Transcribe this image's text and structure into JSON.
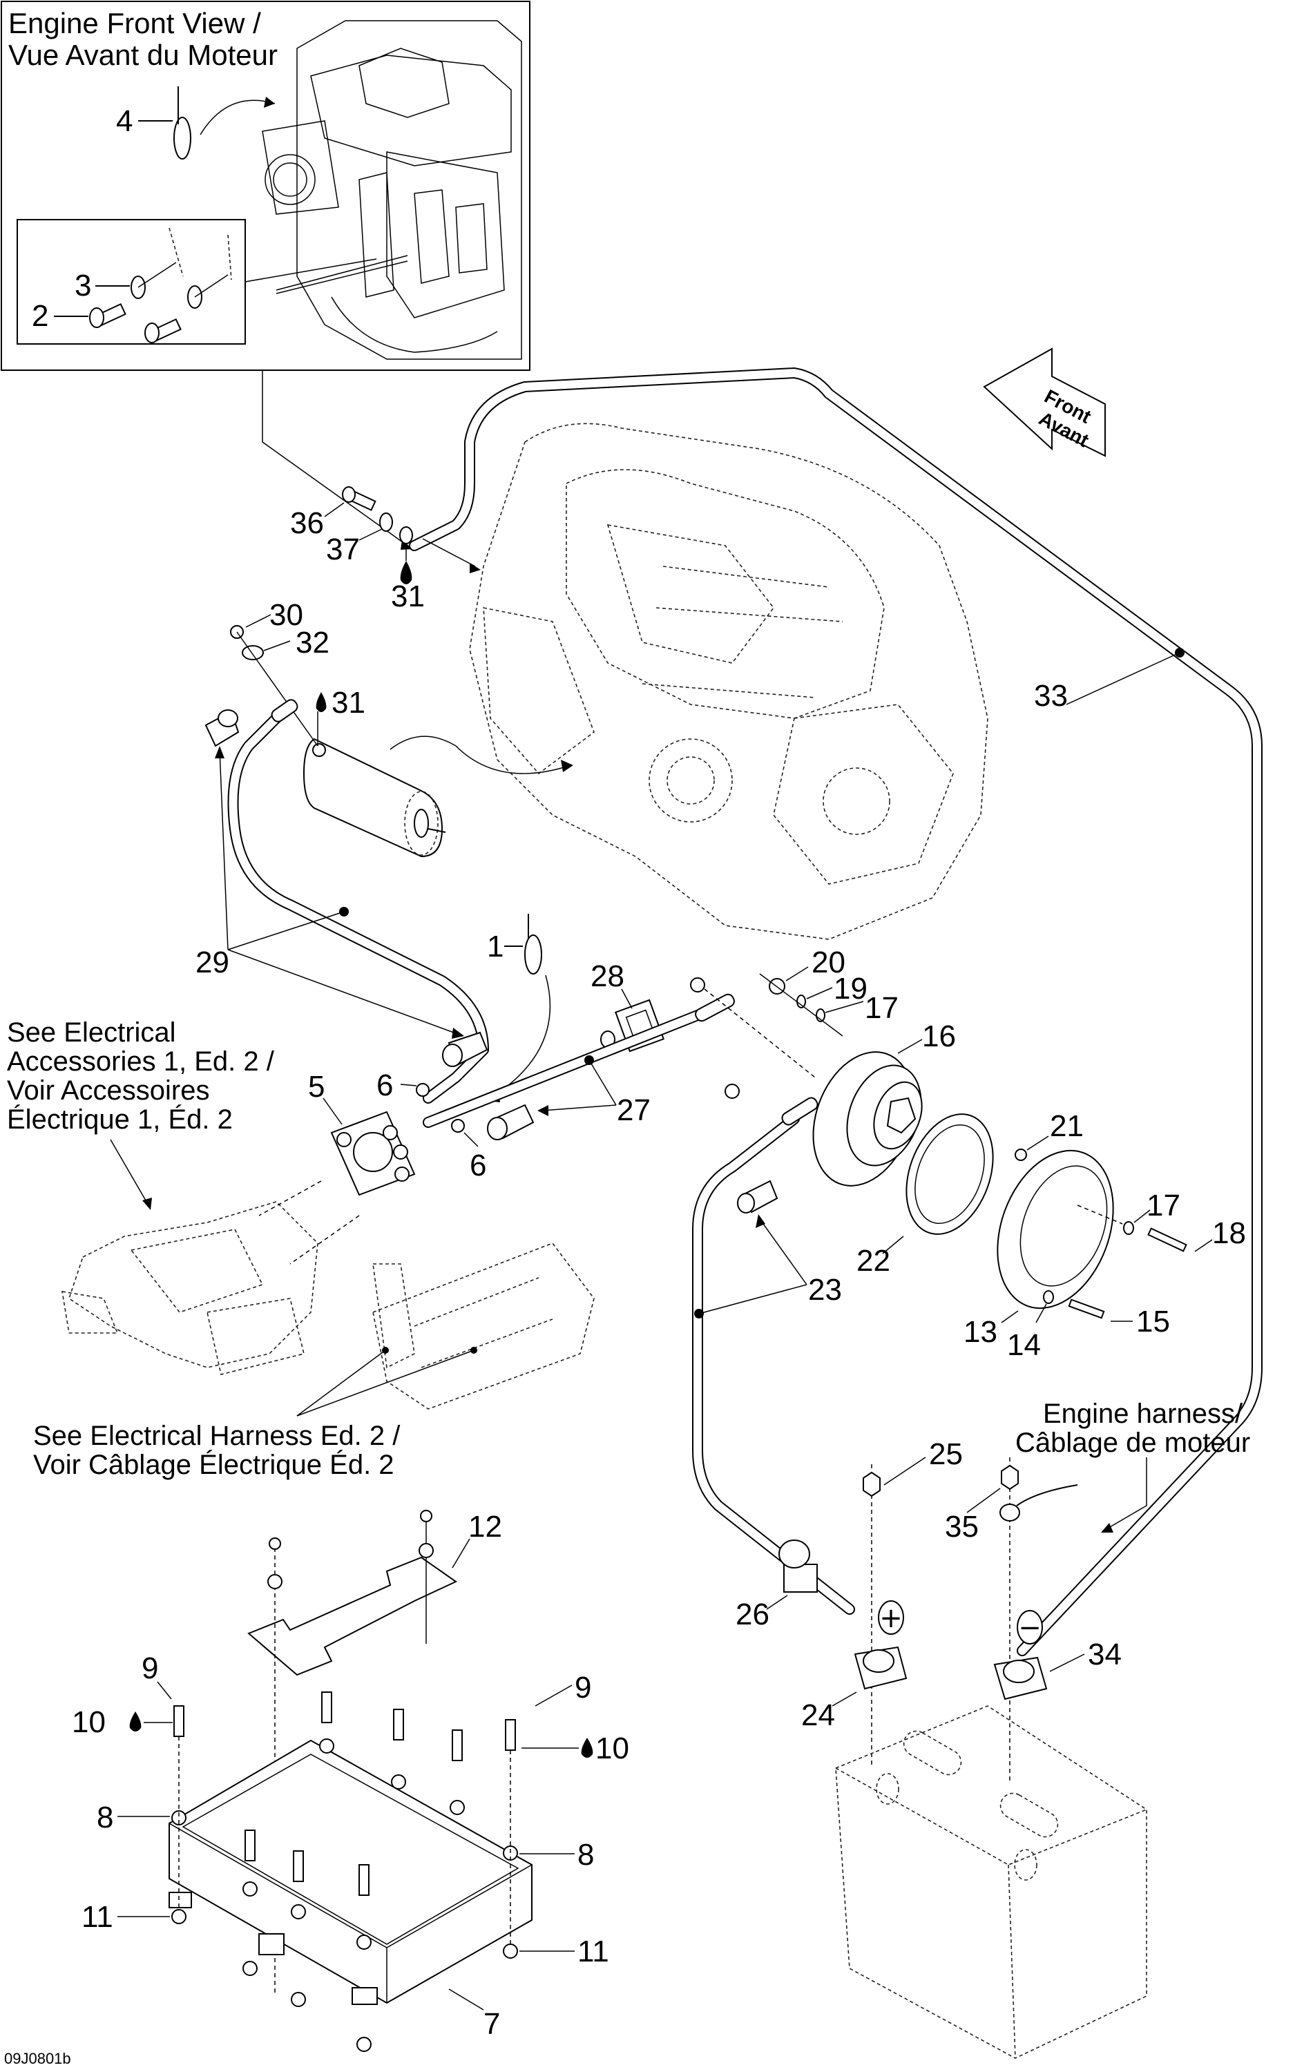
{
  "diagram": {
    "type": "exploded parts diagram",
    "inset": {
      "title_line1": "Engine Front View /",
      "title_line2": "Vue Avant du Moteur",
      "callouts": [
        "4",
        "3",
        "2"
      ]
    },
    "direction_arrow": {
      "line1": "Front",
      "line2": "Avant"
    },
    "notes": {
      "accessories": [
        "See Electrical",
        "Accessories 1, Ed. 2 /",
        "Voir Accessoires",
        "Électrique 1, Éd. 2"
      ],
      "harness": [
        "See Electrical Harness Ed. 2 /",
        "Voir Câblage Électrique Éd. 2"
      ],
      "engine_harness": [
        "Engine harness/",
        "Câblage de moteur"
      ]
    },
    "callouts": {
      "c1": "1",
      "c2": "2",
      "c3": "3",
      "c4": "4",
      "c5": "5",
      "c6a": "6",
      "c6b": "6",
      "c7": "7",
      "c8a": "8",
      "c8b": "8",
      "c9a": "9",
      "c9b": "9",
      "c10a": "10",
      "c10b": "10",
      "c11a": "11",
      "c11b": "11",
      "c12": "12",
      "c13": "13",
      "c14": "14",
      "c15": "15",
      "c16": "16",
      "c17a": "17",
      "c17b": "17",
      "c18": "18",
      "c19": "19",
      "c20": "20",
      "c21": "21",
      "c22": "22",
      "c23": "23",
      "c24": "24",
      "c25": "25",
      "c26": "26",
      "c27": "27",
      "c28": "28",
      "c29": "29",
      "c30": "30",
      "c31a": "31",
      "c31b": "31",
      "c32": "32",
      "c33": "33",
      "c34": "34",
      "c35": "35",
      "c36": "36",
      "c37": "37"
    },
    "terminal_symbols": {
      "positive": "+",
      "negative": "−"
    },
    "liquid_symbol": "💧",
    "drawing_code": "09J0801b"
  }
}
